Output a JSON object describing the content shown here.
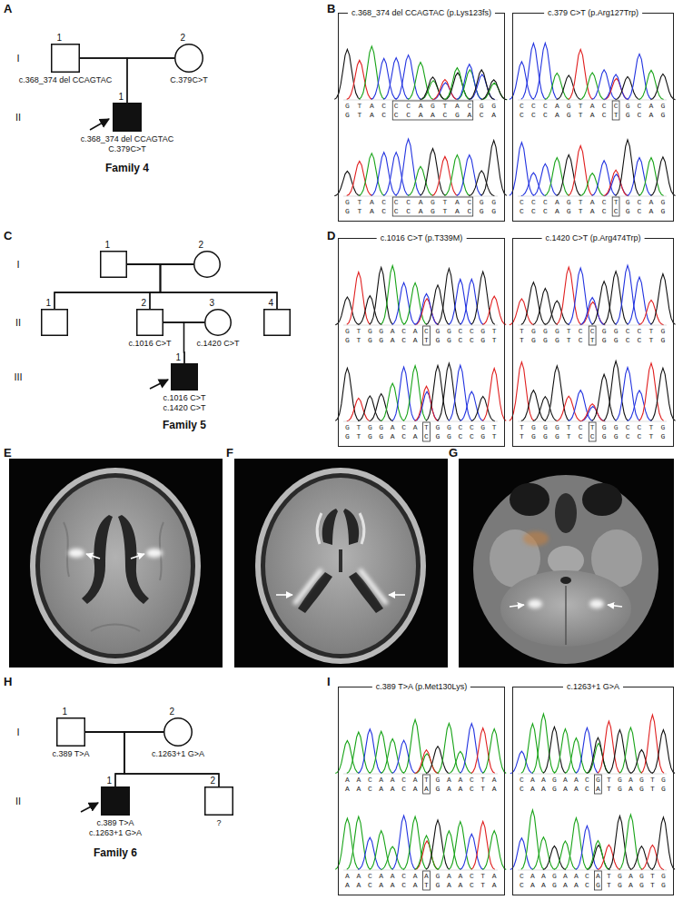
{
  "diagram": {
    "nodes": [
      {
        "text": [
          "1",
          "c.368_374 del CCAGTAC"
        ]
      },
      {
        "text": [
          "2",
          "C.379C>T"
        ]
      },
      {
        "text": [
          "1",
          "c.368_374 del CCAGTAC",
          "C.379C>T"
        ]
      },
      {
        "text": [
          "1"
        ]
      },
      {
        "text": [
          "2"
        ]
      },
      {
        "text": [
          "1"
        ]
      },
      {
        "text": [
          "2",
          "c.1016 C>T"
        ]
      },
      {
        "text": [
          "3",
          "c.1420 C>T"
        ]
      },
      {
        "text": [
          "4"
        ]
      },
      {
        "text": [
          "1",
          "c.1016 C>T",
          "c.1420 C>T"
        ]
      },
      {
        "text": [
          "1",
          "c.389 T>A"
        ]
      },
      {
        "text": [
          "2",
          "c.1263+1 G>A"
        ]
      },
      {
        "text": [
          "1",
          "c.389 T>A",
          "c.1263+1 G>A"
        ]
      },
      {
        "text": [
          "2",
          "?"
        ]
      }
    ],
    "edges": [
      {
        "from": 0,
        "to": 1,
        "arrow": "none"
      },
      {
        "from": 0,
        "to": 2,
        "arrow": "none"
      },
      {
        "from": 1,
        "to": 2,
        "arrow": "none"
      },
      {
        "from": 3,
        "to": 4,
        "arrow": "none"
      },
      {
        "from": 3,
        "to": 5,
        "arrow": "none"
      },
      {
        "from": 4,
        "to": 5,
        "arrow": "none"
      },
      {
        "from": 3,
        "to": 6,
        "arrow": "none"
      },
      {
        "from": 4,
        "to": 6,
        "arrow": "none"
      },
      {
        "from": 3,
        "to": 8,
        "arrow": "none"
      },
      {
        "from": 4,
        "to": 8,
        "arrow": "none"
      },
      {
        "from": 6,
        "to": 7,
        "arrow": "none"
      },
      {
        "from": 6,
        "to": 9,
        "arrow": "none"
      },
      {
        "from": 7,
        "to": 9,
        "arrow": "none"
      },
      {
        "from": 10,
        "to": 11,
        "arrow": "none"
      },
      {
        "from": 10,
        "to": 12,
        "arrow": "none"
      },
      {
        "from": 11,
        "to": 12,
        "arrow": "none"
      },
      {
        "from": 10,
        "to": 13,
        "arrow": "none"
      },
      {
        "from": 11,
        "to": 13,
        "arrow": "none"
      }
    ],
    "labels": [
      "A",
      "B",
      "C",
      "D",
      "E",
      "F",
      "G",
      "H",
      "I",
      "I",
      "II",
      "Family 4",
      "c.368_374 del CCAGTAC (p.Lys123fs)",
      "c.379 C>T (p.Arg127Trp)",
      "G T A C C C A G T A C G G",
      "G T A C C C A A C G A C A",
      "G T A C C C A G T A C G G",
      "G T A C C C A G T A C G G",
      "C C C A G T A C C G C A G",
      "C C C A G T A C T G C A G",
      "C C C A G T A C T G C A G",
      "C C C A G T A C C G C A G",
      "I",
      "II",
      "III",
      "Family 5",
      "c.1016 C>T (p.T339M)",
      "c.1420 C>T (p.Arg474Trp)",
      "G T G G A C A C G G C C G T",
      "G T G G A C A T G G C C G T",
      "G T G G A C A T G G C C G T",
      "G T G G A C A C G G C C G T",
      "T G G G T C C G G C C T G",
      "T G G G T C T G G C C T G",
      "T G G G T C T G G C C T G",
      "T G G G T C C G G C C T G",
      "I",
      "II",
      "Family 6",
      "c.389 T>A (p.Met130Lys)",
      "c.1263+1 G>A",
      "A A C A A C A T G A A C T A",
      "A A C A A C A A G A A C T A",
      "A A C A A C A A G A A C T A",
      "A A C A A C A T G A A C T A",
      "C A A G A A C G T G A G T G",
      "C A A G A A C A T G A G T G",
      "C A A G A A C A T G A G T G",
      "C A A G A A C G T G A G T G"
    ]
  }
}
